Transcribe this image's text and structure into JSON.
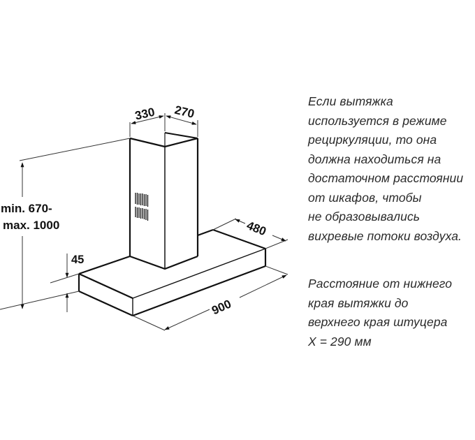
{
  "diagram": {
    "subject": "wall-mounted chimney cooker hood",
    "dimensions": {
      "chimney_width": "330",
      "chimney_depth": "270",
      "canopy_depth": "480",
      "canopy_width": "900",
      "canopy_thickness": "45",
      "height_line1": "min. 670-",
      "height_line2": "max. 1000"
    },
    "units": "mm"
  },
  "notes": {
    "recirculation": {
      "lines": [
        "Если вытяжка",
        "используется в режиме",
        "рециркуляции, то она",
        "должна находиться на",
        "достаточном расстоянии",
        "от шкафов, чтобы",
        "не образовывались",
        "вихревые потоки воздуха."
      ]
    },
    "distance": {
      "lines": [
        "Расстояние от нижнего",
        "края вытяжки до",
        "верхнего края штуцера",
        "X = 290 мм"
      ]
    }
  },
  "colors": {
    "line": "#111111",
    "dim_line": "#333333",
    "text": "#2a2a2a",
    "background": "#ffffff"
  }
}
